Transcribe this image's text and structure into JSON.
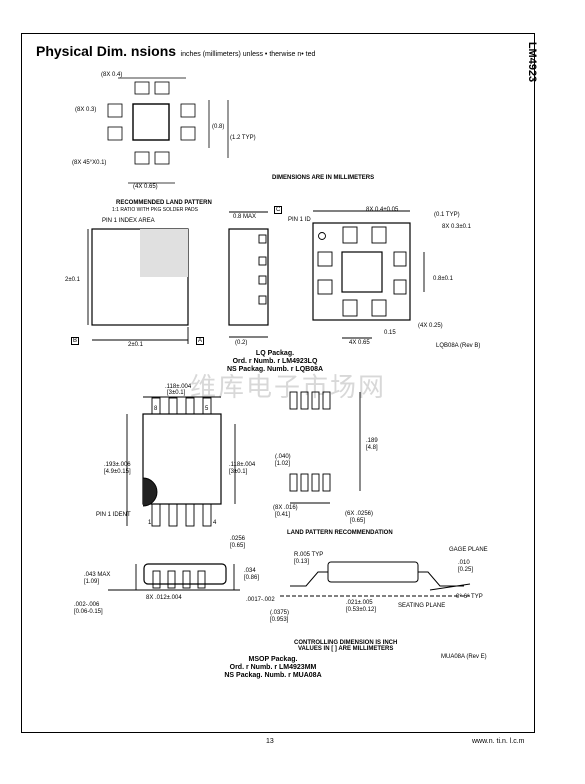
{
  "header": {
    "title": "Physical Dim. nsions",
    "subtitle": "inches (millimeters) unless • therwise n• ted",
    "side_label": "LM4923"
  },
  "lq": {
    "dims_note": "DIMENSIONS ARE IN MILLIMETERS",
    "land_title": "RECOMMENDED LAND PATTERN",
    "land_sub": "1:1 RATIO WITH PKG SOLDER PADS",
    "labels": {
      "l1": "(8X 0.4)",
      "l2": "(8X 0.3)",
      "l3": "(0.8)",
      "l4": "(1.2 TYP)",
      "l5": "(8X 45°X0.1)",
      "l6": "(4X 0.65)",
      "l7": "PIN 1 INDEX AREA",
      "l8": "2±0.1",
      "l9": "2±0.1",
      "l10": "0.8 MAX",
      "l11": "(0.2)",
      "l12": "PIN 1 ID",
      "l13": "8X 0.4±0.05",
      "l14": "(0.1 TYP)",
      "l15": "8X 0.3±0.1",
      "l16": "0.8±0.1",
      "l17": "(4X 0.25)",
      "l18": "4X 0.65",
      "l19": "0.15",
      "l20": "B",
      "l21": "A",
      "l22": "C"
    },
    "rev": "LQB08A (Rev B)",
    "caption": [
      "LQ Packag.",
      "Ord. r Numb. r LM4923LQ",
      "NS Packag. Numb. r LQB08A"
    ]
  },
  "msop": {
    "labels": {
      "m1": ".118±.004",
      "m2": "[3±0.1]",
      "m3": ".193±.006",
      "m4": "[4.9±0.15]",
      "m5": ".118±.004",
      "m6": "[3±0.1]",
      "m7": "PIN 1 IDENT",
      "m8": ".0256",
      "m9": "[0.65]",
      "m10": ".189",
      "m11": "[4.8]",
      "m12": "(.040)",
      "m13": "[1.02]",
      "m14": "(8X .016)",
      "m15": "[0.41]",
      "m16": "(6X .0256)",
      "m17": "[0.65]",
      "m18": "LAND PATTERN RECOMMENDATION",
      "m19": ".043 MAX",
      "m20": "[1.09]",
      "m21": ".034",
      "m22": "[0.86]",
      "m23": ".002-.006",
      "m24": "[0.06-0.15]",
      "m25": "8X .012±.004",
      "m26": "GAGE PLANE",
      "m27": ".010",
      "m28": "[0.25]",
      "m29": "0°-6° TYP",
      "m30": "SEATING PLANE",
      "m31": "R.005 TYP",
      "m32": "[0.13]",
      "m33": ".021±.005",
      "m34": "[0.53±0.12]",
      "m35": "(.0375)",
      "m36": "[0.953]",
      "m37": ".0017-.002",
      "m38": "8",
      "m39": "1",
      "m40": "5",
      "m41": "4"
    },
    "control_note": [
      "CONTROLLING DIMENSION IS INCH",
      "VALUES IN [ ] ARE MILLIMETERS"
    ],
    "rev": "MUA08A (Rev E)",
    "caption": [
      "MSOP Packag.",
      "Ord. r Numb. r LM4923MM",
      "NS Packag. Numb. r MUA08A"
    ]
  },
  "footer": {
    "page": "13",
    "url": "www.n. ti.n. l.c.m"
  },
  "watermark": "维库电子市场网"
}
